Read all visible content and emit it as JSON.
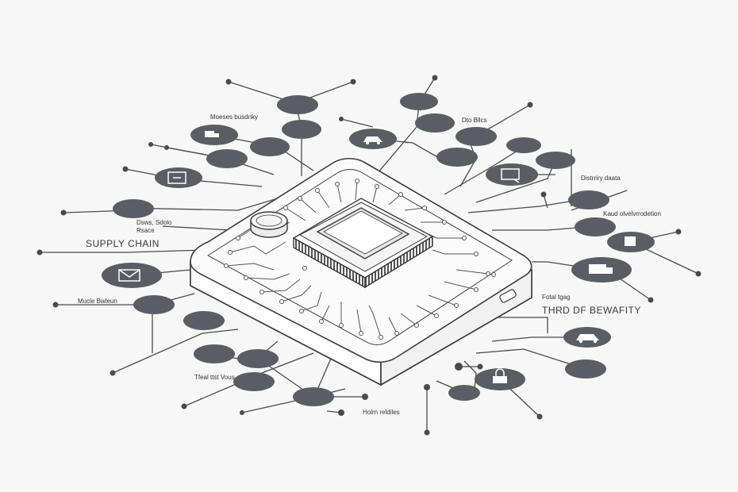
{
  "labels": {
    "messes_bundary": "Moeses busdnky",
    "dto_btics": "Dto Bllcs",
    "distriry_data": "Distrriry daata",
    "kaud": "Kaud olvelvrrodetion",
    "dsws": "Dsws, Sdolo",
    "dsws2": "Rsace",
    "supply_chain": "SUPPLY CHAIN",
    "mucle": "Mucle Bwleun",
    "fotal": "Fotal tgag",
    "third_security": "THRD DF BEWAFITY",
    "tfeal": "Tfeal ttst Vous",
    "holm": "Holrn reldiles"
  },
  "colors": {
    "node": "#5a5d63",
    "line": "#4a4a4a",
    "background": "#f7f7f7"
  },
  "icons": [
    "truck-icon",
    "car-icon",
    "monitor-icon",
    "envelope-icon",
    "box-icon",
    "lock-icon",
    "chart-icon"
  ]
}
